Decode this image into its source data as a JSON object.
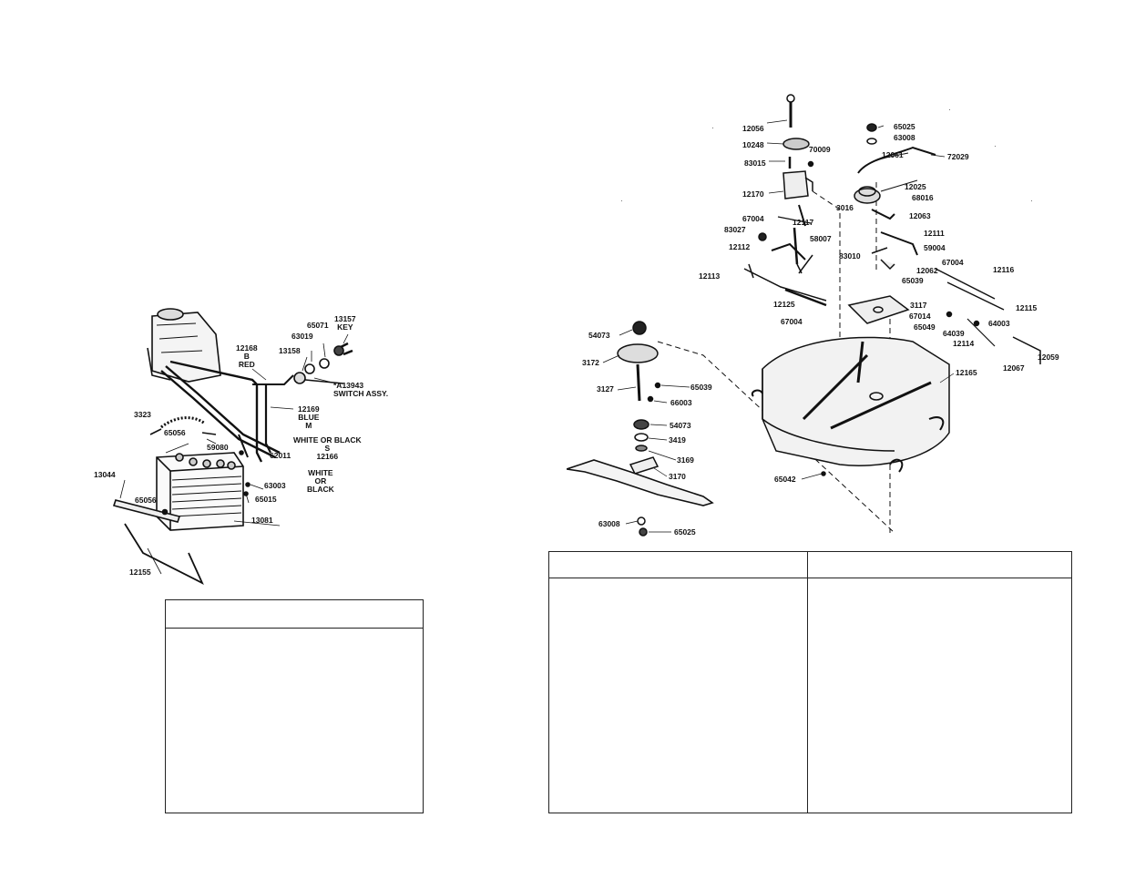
{
  "electrical_diagram": {
    "labels": [
      {
        "id": "p12168",
        "text": "12168\nB\nRED"
      },
      {
        "id": "p13158",
        "text": "13158"
      },
      {
        "id": "p63019",
        "text": "63019"
      },
      {
        "id": "p65071",
        "text": "65071"
      },
      {
        "id": "p13157",
        "text": "13157\nKEY"
      },
      {
        "id": "p13943",
        "text": "*A13943\nSWITCH ASSY."
      },
      {
        "id": "p12169",
        "text": "12169\nBLUE\nM"
      },
      {
        "id": "p3323",
        "text": "3323"
      },
      {
        "id": "p65056a",
        "text": "65056"
      },
      {
        "id": "p59080",
        "text": "59080"
      },
      {
        "id": "pwob1",
        "text": "WHITE OR BLACK\nS\n12166"
      },
      {
        "id": "p62011",
        "text": "62011"
      },
      {
        "id": "pwob2",
        "text": "WHITE\nOR\nBLACK"
      },
      {
        "id": "p63003",
        "text": "63003"
      },
      {
        "id": "p65015",
        "text": "65015"
      },
      {
        "id": "p13044",
        "text": "13044"
      },
      {
        "id": "p65056b",
        "text": "65056"
      },
      {
        "id": "p13081",
        "text": "13081"
      },
      {
        "id": "p12155",
        "text": "12155"
      }
    ]
  },
  "deck_diagram": {
    "labels": [
      {
        "id": "d12056",
        "text": "12056"
      },
      {
        "id": "d10248",
        "text": "10248"
      },
      {
        "id": "d70009",
        "text": "70009"
      },
      {
        "id": "d83015",
        "text": "83015"
      },
      {
        "id": "d12170",
        "text": "12170"
      },
      {
        "id": "d67004a",
        "text": "67004"
      },
      {
        "id": "d12117",
        "text": "12117"
      },
      {
        "id": "d83027",
        "text": "83027"
      },
      {
        "id": "d58007",
        "text": "58007"
      },
      {
        "id": "d12112",
        "text": "12112"
      },
      {
        "id": "d12113",
        "text": "12113"
      },
      {
        "id": "d12125",
        "text": "12125"
      },
      {
        "id": "d67004b",
        "text": "67004"
      },
      {
        "id": "d65025a",
        "text": "65025"
      },
      {
        "id": "d63008a",
        "text": "63008"
      },
      {
        "id": "d12061",
        "text": "12061"
      },
      {
        "id": "d72029",
        "text": "72029"
      },
      {
        "id": "d12025",
        "text": "12025"
      },
      {
        "id": "d68016",
        "text": "68016"
      },
      {
        "id": "d3016",
        "text": "3016"
      },
      {
        "id": "d12063",
        "text": "12063"
      },
      {
        "id": "d12111",
        "text": "12111"
      },
      {
        "id": "d59004",
        "text": "59004"
      },
      {
        "id": "d83010",
        "text": "83010"
      },
      {
        "id": "d12062",
        "text": "12062"
      },
      {
        "id": "d65039a",
        "text": "65039"
      },
      {
        "id": "d67004c",
        "text": "67004"
      },
      {
        "id": "d12116",
        "text": "12116"
      },
      {
        "id": "d12115",
        "text": "12115"
      },
      {
        "id": "d3117",
        "text": "3117"
      },
      {
        "id": "d67014",
        "text": "67014"
      },
      {
        "id": "d65049",
        "text": "65049"
      },
      {
        "id": "d64039",
        "text": "64039"
      },
      {
        "id": "d64003",
        "text": "64003"
      },
      {
        "id": "d12114",
        "text": "12114"
      },
      {
        "id": "d12059",
        "text": "12059"
      },
      {
        "id": "d12067",
        "text": "12067"
      },
      {
        "id": "d12165",
        "text": "12165"
      },
      {
        "id": "d54073a",
        "text": "54073"
      },
      {
        "id": "d3172",
        "text": "3172"
      },
      {
        "id": "d3127",
        "text": "3127"
      },
      {
        "id": "d65039b",
        "text": "65039"
      },
      {
        "id": "d66003",
        "text": "66003"
      },
      {
        "id": "d54073b",
        "text": "54073"
      },
      {
        "id": "d3419",
        "text": "3419"
      },
      {
        "id": "d3169",
        "text": "3169"
      },
      {
        "id": "d3170",
        "text": "3170"
      },
      {
        "id": "d65042",
        "text": "65042"
      },
      {
        "id": "d63008b",
        "text": "63008"
      },
      {
        "id": "d65025b",
        "text": "65025"
      }
    ]
  },
  "tables": [
    {
      "id": "left-table",
      "columns": 1
    },
    {
      "id": "right-table",
      "columns": 2
    }
  ]
}
